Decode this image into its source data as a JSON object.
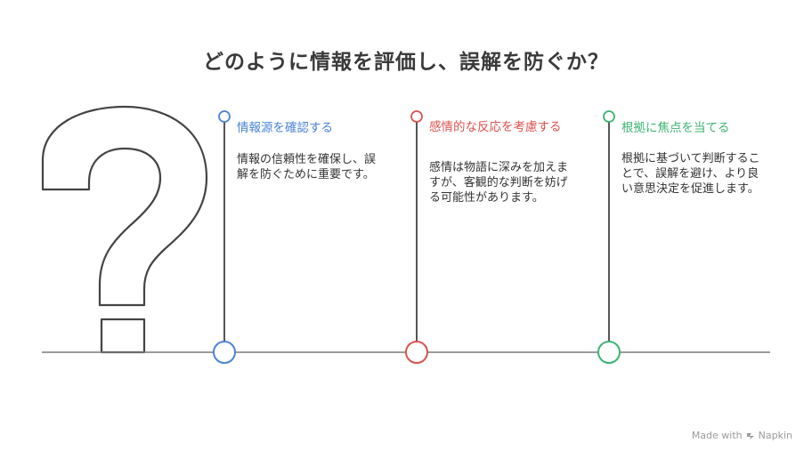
{
  "title": "どのように情報を評価し、誤解を防ぐか？",
  "steps": [
    {
      "title": "情報源を確認する",
      "body": "情報の信頼性を確保し、誤解を防ぐために重要です。",
      "color": "#4a82d4"
    },
    {
      "title": "感情的な反応を考慮する",
      "body": "感情は物語に深みを加えますが、客観的な判断を妨げる可能性があります。",
      "color": "#d9534f"
    },
    {
      "title": "根拠に焦点を当てる",
      "body": "根拠に基づいて判断することで、誤解を避け、より良い意思決定を促進します。",
      "color": "#3cb371"
    }
  ],
  "footer": {
    "made_with": "Made with",
    "brand": "Napkin",
    "brand_icon": "napkin-logo-icon"
  },
  "colors": {
    "line": "#7a7a7a",
    "question_mark": "#444444"
  }
}
